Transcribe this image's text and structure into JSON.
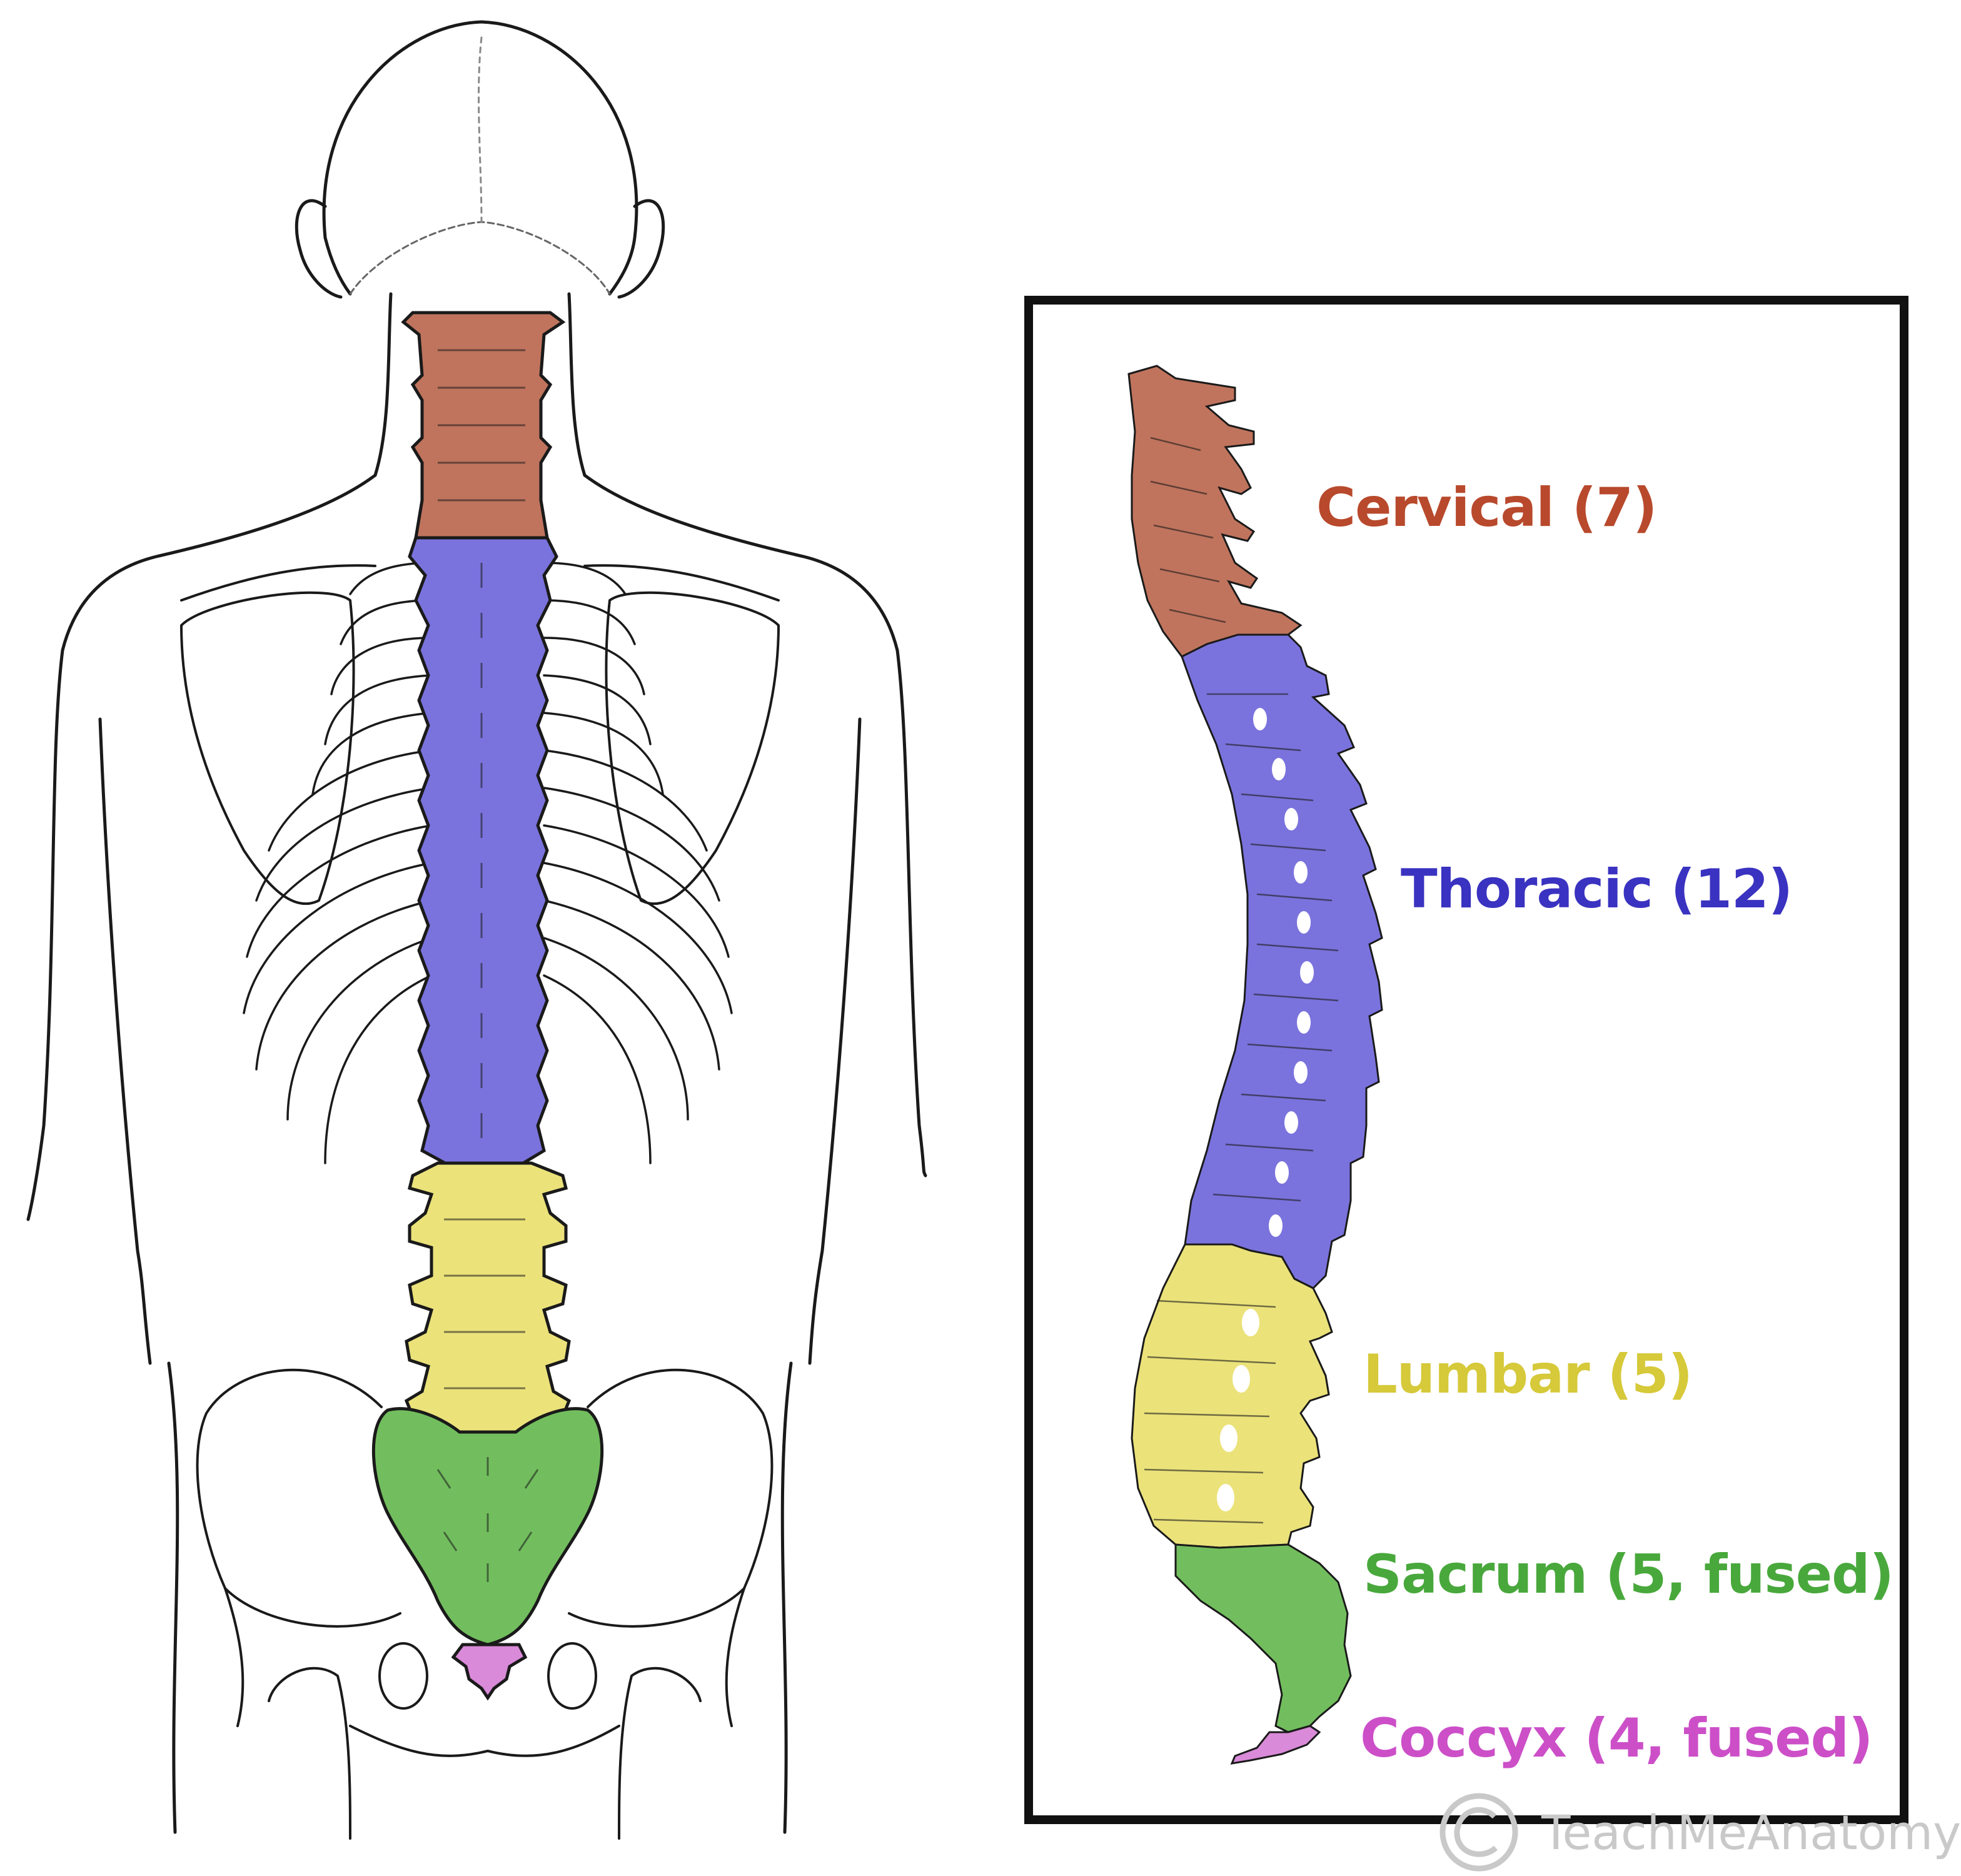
{
  "labels": {
    "cervical": "Cervical (7)",
    "thoracic": "Thoracic (12)",
    "lumbar": "Lumbar (5)",
    "sacrum": "Sacrum (5, fused)",
    "coccyx": "Coccyx (4, fused)"
  },
  "watermark": "TeachMeAnatomy",
  "colors": {
    "cervical": "#b8492c",
    "thoracic": "#3a32c0",
    "lumbar": "#d6c93a",
    "sacrum": "#49a83c",
    "coccyx": "#cc4fc8",
    "cervical_fill": "#c0745d",
    "thoracic_fill": "#7a73dd",
    "lumbar_fill": "#ebe27a",
    "sacrum_fill": "#72be5e",
    "coccyx_fill": "#d98ad8",
    "outline": "#1a1a1a"
  },
  "segments": [
    {
      "name": "cervical",
      "count": 7
    },
    {
      "name": "thoracic",
      "count": 12
    },
    {
      "name": "lumbar",
      "count": 5
    },
    {
      "name": "sacrum",
      "count": 5
    },
    {
      "name": "coccyx",
      "count": 4
    }
  ]
}
